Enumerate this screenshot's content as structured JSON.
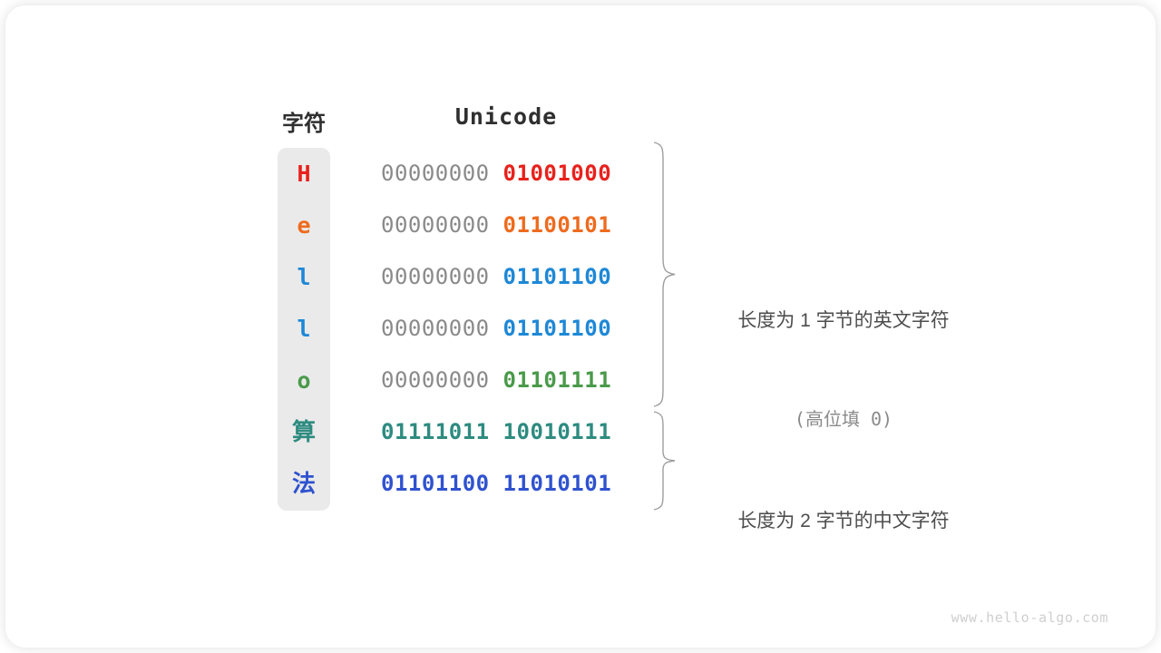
{
  "headers": {
    "character": "字符",
    "unicode": "Unicode"
  },
  "colors": {
    "char_column_bg": "#eaeaea",
    "high_byte_gray": "#8a8a8a",
    "brace": "#9e9e9e",
    "annotation_text": "#4d4d4d",
    "watermark": "#cfcfcf"
  },
  "rows": [
    {
      "char": "H",
      "char_color": "#e8211c",
      "high_byte": "00000000",
      "low_byte": "01001000",
      "low_byte_color": "#e8211c",
      "high_byte_filled": false,
      "cjk": false
    },
    {
      "char": "e",
      "char_color": "#ee6b1e",
      "high_byte": "00000000",
      "low_byte": "01100101",
      "low_byte_color": "#ee6b1e",
      "high_byte_filled": false,
      "cjk": false
    },
    {
      "char": "l",
      "char_color": "#1e88d6",
      "high_byte": "00000000",
      "low_byte": "01101100",
      "low_byte_color": "#1e88d6",
      "high_byte_filled": false,
      "cjk": false
    },
    {
      "char": "l",
      "char_color": "#1e88d6",
      "high_byte": "00000000",
      "low_byte": "01101100",
      "low_byte_color": "#1e88d6",
      "high_byte_filled": false,
      "cjk": false
    },
    {
      "char": "o",
      "char_color": "#4a9a4a",
      "high_byte": "00000000",
      "low_byte": "01101111",
      "low_byte_color": "#4a9a4a",
      "high_byte_filled": false,
      "cjk": false
    },
    {
      "char": "算",
      "char_color": "#2e8b80",
      "high_byte": "01111011",
      "low_byte": "10010111",
      "low_byte_color": "#2e8b80",
      "high_byte_color": "#2e8b80",
      "high_byte_filled": true,
      "cjk": true
    },
    {
      "char": "法",
      "char_color": "#2f52cf",
      "high_byte": "01101100",
      "low_byte": "11010101",
      "low_byte_color": "#2f52cf",
      "high_byte_color": "#2f52cf",
      "high_byte_filled": true,
      "cjk": true
    }
  ],
  "annotations": {
    "group_1_line_1": "长度为 1 字节的英文字符",
    "group_1_line_2": "(高位填 0)",
    "group_2_line_1": "长度为 2 字节的中文字符"
  },
  "watermark": "www.hello-algo.com"
}
